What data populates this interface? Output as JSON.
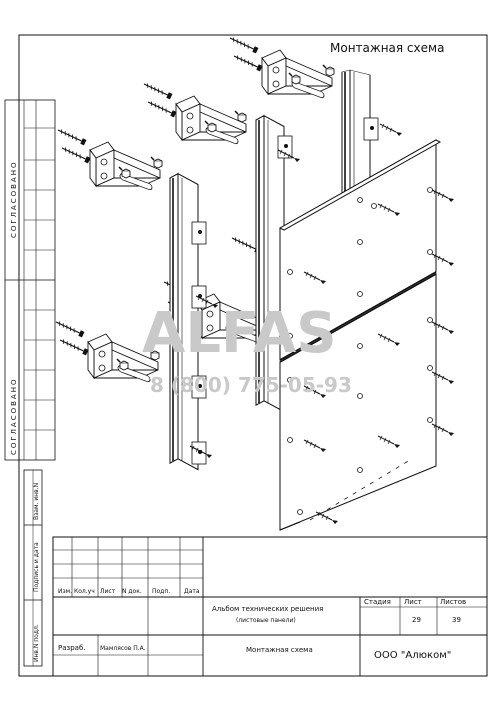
{
  "drawing": {
    "title": "Монтажная схема",
    "watermark_logo": "ALFAS",
    "watermark_phone": "8 (800) 775-05-93"
  },
  "side_stamp": {
    "agreed_top": "СОГЛАСОВАНО",
    "agreed_bottom": "СОГЛАСОВАНО",
    "inv_replace": "Взам. инв.N",
    "sign_date": "Подпись и дата",
    "inv_orig": "Инв.N подл."
  },
  "title_block": {
    "headers": {
      "change": "Изм.",
      "count": "Кол.уч",
      "sheet": "Лист",
      "doc": "N док.",
      "sign": "Подп.",
      "date": "Дата"
    },
    "album_title": "Альбом технических решения",
    "album_subtitle": "(листовые панели)",
    "drawing_name": "Монтажная схема",
    "developed_label": "Разраб.",
    "developer": "Мамлясов П.А.",
    "stage_label": "Стадия",
    "sheet_label": "Лист",
    "sheets_label": "Листов",
    "stage_value": "",
    "sheet_value": "29",
    "sheets_value": "39",
    "company": "ООО \"Алюком\""
  },
  "colors": {
    "line": "#111111",
    "watermark": "#c9c9c9"
  }
}
